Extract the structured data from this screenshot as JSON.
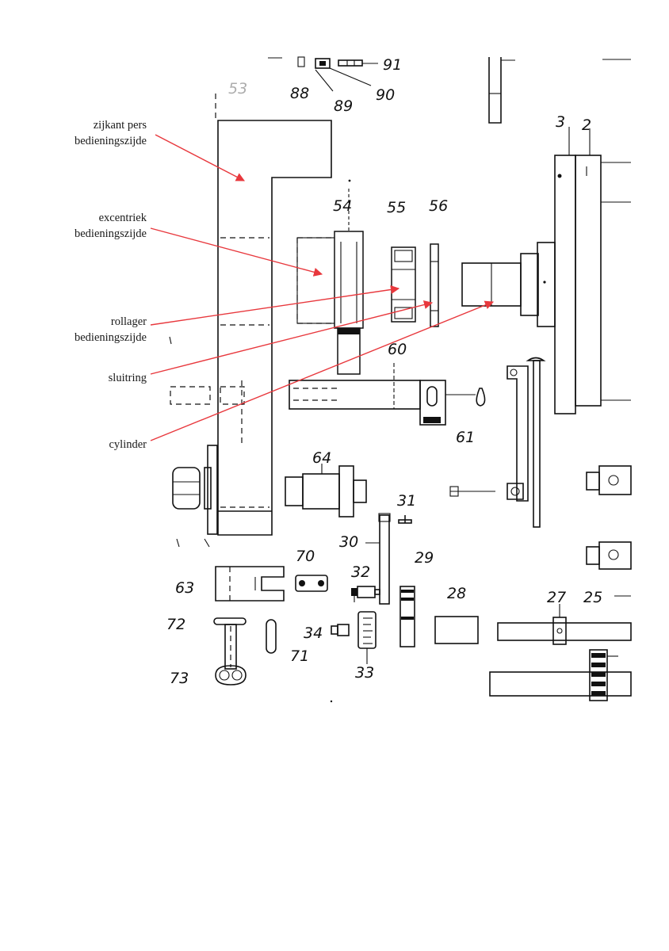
{
  "labels": {
    "zijkant": [
      "zijkant pers",
      "bedieningszijde"
    ],
    "excentriek": [
      "excentriek",
      "bedieningszijde"
    ],
    "rollager": [
      "rollager",
      "bedieningszijde"
    ],
    "sluitring": [
      "sluitring"
    ],
    "cylinder": [
      "cylinder"
    ]
  },
  "part_numbers": [
    "91",
    "88",
    "89",
    "90",
    "53",
    "3",
    "2",
    "54",
    "55",
    "56",
    "60",
    "61",
    "64",
    "31",
    "30",
    "70",
    "29",
    "32",
    "28",
    "27",
    "25",
    "63",
    "72",
    "34",
    "71",
    "33",
    "73"
  ],
  "colors": {
    "arrow": "#e8383d",
    "ink": "#111111"
  }
}
